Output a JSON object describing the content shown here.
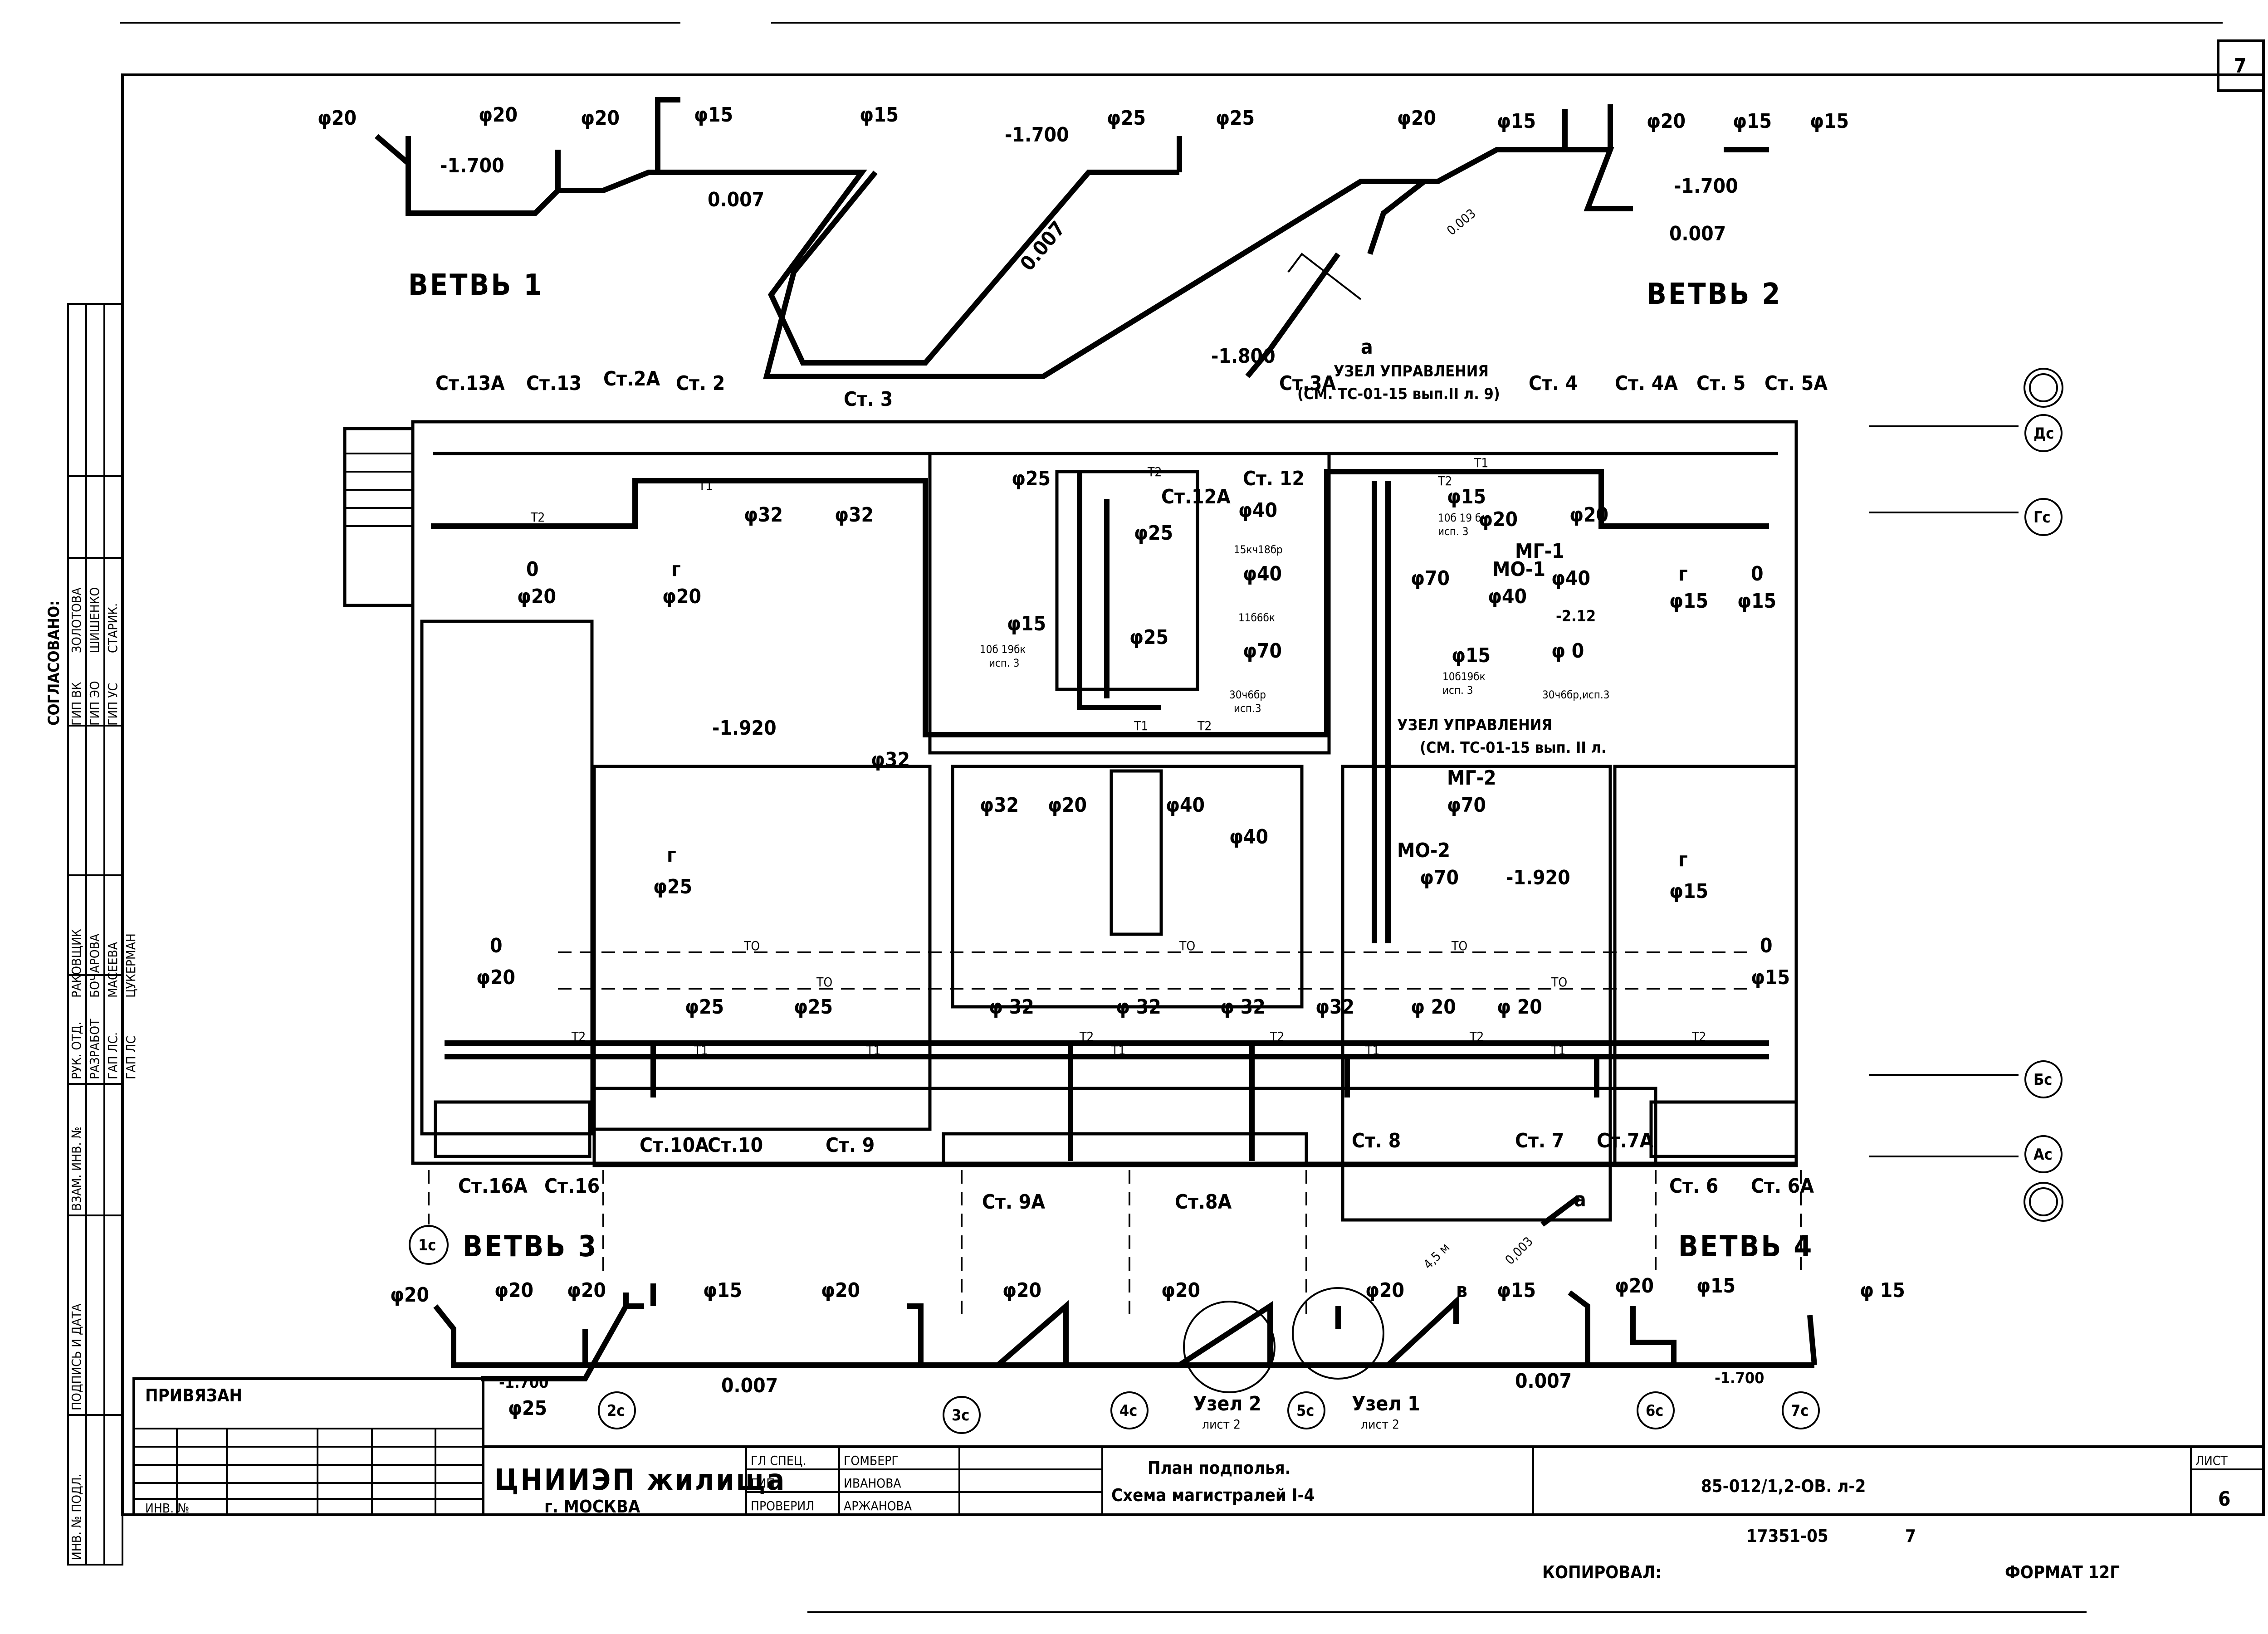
{
  "sheet": {
    "page_number": "7",
    "format_label": "ФОРМАТ 12Г",
    "copied_by_label": "КОПИРОВАЛ:",
    "copy_number": "17351-05",
    "copy_sheet": "7"
  },
  "branches": {
    "b1": "ВЕТВЬ 1",
    "b2": "ВЕТВЬ 2",
    "b3": "ВЕТВЬ 3",
    "b4": "ВЕТВЬ 4"
  },
  "top_labels": {
    "d20a": "φ20",
    "d20b": "φ20",
    "d20c": "φ20",
    "d15a": "φ15",
    "d15b": "φ15",
    "d25a": "φ25",
    "d25b": "φ25",
    "d20d": "φ20",
    "d15c": "φ15",
    "d20e": "φ20",
    "d15d": "φ15",
    "d15e": "φ15",
    "lvl1": "-1.700",
    "lvl2": "-1.700",
    "lvl3": "-1.700",
    "lvl4": "-1.800",
    "slope1": "0.007",
    "slope2": "0.007",
    "slope3": "0.007",
    "slope4": "0.003",
    "node_a": "а"
  },
  "risers": {
    "st13a": "Ст.13А",
    "st13": "Ст.13",
    "st2a": "Ст.2А",
    "st2": "Ст. 2",
    "st3": "Ст. 3",
    "st3a": "Ст.3А",
    "st12": "Ст. 12",
    "st12a": "Ст.12А",
    "st4": "Ст. 4",
    "st4a": "Ст. 4А",
    "st5": "Ст. 5",
    "st5a": "Ст. 5А",
    "st16a": "Ст.16А",
    "st16": "Ст.16",
    "st10a": "Ст.10А",
    "st10": "Ст.10",
    "st9": "Ст. 9",
    "st9a": "Ст. 9А",
    "st8a": "Ст.8А",
    "st8": "Ст. 8",
    "st7": "Ст. 7",
    "st7a": "Ст.7А",
    "st6": "Ст. 6",
    "st6a": "Ст. 6А"
  },
  "control_units": {
    "u1_title": "УЗЕЛ УПРАВЛЕНИЯ",
    "u1_ref": "(СМ. ТС-01-15 вып.II л. 9)",
    "u2_title": "УЗЕЛ УПРАВЛЕНИЯ",
    "u2_ref": "(СМ. ТС-01-15 вып. II л."
  },
  "plan_labels": {
    "level_left": "-1.920",
    "level_right": "-1.920",
    "level_212": "-2.12",
    "d25": "φ25",
    "d32a": "φ32",
    "d32b": "φ32",
    "d20_left": "φ20",
    "g_left": "г",
    "d20_g": "φ20",
    "o_left": "0",
    "d15_r1": "φ15",
    "d15_r2": "φ15",
    "g_right": "г",
    "o_right": "0",
    "d40a": "φ40",
    "d40b": "φ40",
    "d70a": "φ70",
    "d25c": "φ25",
    "d25d": "φ25",
    "d15_v1": "φ15",
    "v1_mark": "10б 19бк",
    "v1_isp": "исп. 3",
    "v2_mark": "15кч18бр",
    "v3_mark": "11б6бк",
    "v4_mark": "30ч6бр",
    "v4_isp": "исп.3",
    "mg1": "МГ-1",
    "mo1": "МО-1",
    "mg2": "МГ-2",
    "mo2": "МО-2",
    "d40c": "φ40",
    "d40d": "φ40",
    "d70b": "φ70",
    "d70c": "φ70",
    "d0": "φ 0",
    "d15_v5": "φ15",
    "v5_mark": "10б19бк",
    "v5_isp": "исп. 3",
    "v6_mark": "30ч6бр,исп.3",
    "d15_v6": "φ15",
    "v7_mark": "10б 19 бк",
    "v7_isp": "исп. 3",
    "d20_v7": "φ20",
    "d20_v8": "φ20",
    "d32c": "φ32",
    "d32d": "φ32",
    "d20f": "φ20",
    "d40e": "φ40",
    "d40f": "φ40",
    "d25_b3": "φ25",
    "g_b3": "г",
    "o_b3": "0",
    "d20_b3": "φ20",
    "d25_e": "φ25",
    "d25_f": "φ25",
    "d32_e": "φ 32",
    "d32_f": "φ 32",
    "d32_g": "φ 32",
    "d32_h": "φ32",
    "d20_g2": "φ 20",
    "d20_h": "φ 20",
    "g_b4": "г",
    "d15_b4": "φ15",
    "o_b4": "0",
    "d15_b4b": "φ15"
  },
  "pipe_codes": {
    "t1": "Т1",
    "t2": "Т2",
    "t0": "ТО"
  },
  "axes": {
    "dc": "Дс",
    "gc": "Гс",
    "bc": "Бс",
    "ac": "Ас",
    "c1": "1с",
    "c2": "2с",
    "c3": "3с",
    "c4": "4с",
    "c5": "5с",
    "c6": "6с",
    "c7": "7с"
  },
  "bottom_labels": {
    "d20a": "φ20",
    "d20b": "φ20",
    "d20c": "φ20",
    "d15a": "φ15",
    "d20d": "φ20",
    "d20e": "φ20",
    "d20f": "φ20",
    "d20g": "φ20",
    "d15b": "φ15",
    "d20h": "φ20",
    "d15c": "φ15",
    "d15d": "φ 15",
    "lvl1": "-1.700",
    "lvl2": "-1.700",
    "d25": "φ25",
    "slope1": "0.007",
    "slope2": "0.007",
    "node1": "Узел 1",
    "node1_sheet": "лист 2",
    "node2": "Узел 2",
    "node2_sheet": "лист 2",
    "node_b": "в",
    "node_a": "а",
    "size_45": "4,5 м",
    "slope_003": "0,003"
  },
  "title_block": {
    "tied_label": "ПРИВЯЗАН",
    "inv_label": "ИНВ. №",
    "org": "ЦНИИЭП жилища",
    "city": "г. МОСКВА",
    "roles": [
      "ГЛ СПЕЦ.",
      "ГИП",
      "ПРОВЕРИЛ"
    ],
    "names": [
      "ГОМБЕРГ",
      "ИВАНОВА",
      "АРЖАНОВА"
    ],
    "title_line1": "План    подполья.",
    "title_line2": "Схема   магистралей I-4",
    "doc_code": "85-012/1,2-ОВ.    л-2",
    "sheet_label": "ЛИСТ",
    "sheet_no": "6"
  },
  "side_stamp": {
    "heading": "СОГЛАСОВАНО:",
    "approvals": [
      {
        "role": "ГИП ВК",
        "name": "ЗОЛОТОВА"
      },
      {
        "role": "ГИП ЭО",
        "name": "ШИШЕНКО"
      },
      {
        "role": "ГИП УС",
        "name": "СТАРИК."
      }
    ],
    "staff": [
      {
        "role": "РУК. ОТД.",
        "name": "РАКОВЩИК"
      },
      {
        "role": "РАЗРАБОТ",
        "name": "БОЧАРОВА"
      },
      {
        "role": "ГАП ЛС.",
        "name": "МАСЕЕВА"
      },
      {
        "role": "ГАП ЛС",
        "name": "ЦУКЕРМАН"
      }
    ],
    "fields": [
      "ВЗАМ. ИНВ. №",
      "ПОДПИСЬ И ДАТА",
      "ИНВ. № ПОДЛ."
    ]
  }
}
